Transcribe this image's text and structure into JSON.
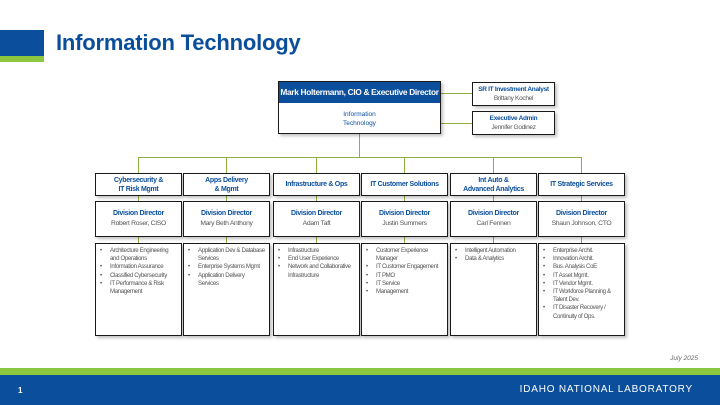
{
  "header": {
    "title": "Information Technology"
  },
  "cio": {
    "name_title": "Mark Holtermann, CIO & Executive Director",
    "org_line1": "Information",
    "org_line2": "Technology"
  },
  "staff": [
    {
      "role": "SR IT Investment Analyst",
      "name": "Brittany Kochel"
    },
    {
      "role": "Executive Admin",
      "name": "Jennifer Godinez"
    }
  ],
  "divisions": [
    {
      "title_line1": "Cybersecurity &",
      "title_line2": "IT Risk Mgmt",
      "director_label": "Division Director",
      "director_name": "Robert Roser, CISO",
      "items": [
        "Architecture Engineering and Operations",
        "Information Assurance",
        "Classified Cybersecurity",
        "IT Performance & Risk Management"
      ]
    },
    {
      "title_line1": "Apps Delivery",
      "title_line2": "& Mgmt",
      "director_label": "Division Director",
      "director_name": "Mary Beth Anthony",
      "items": [
        "Application Dev & Database Services",
        "Enterprise Systems Mgmt",
        "Application Delivery Services"
      ]
    },
    {
      "title_line1": "Infrastructure & Ops",
      "title_line2": "",
      "director_label": "Division Director",
      "director_name": "Adam Taft",
      "items": [
        "Infrastructure",
        "End User Experience",
        "Network and Collaborative Infrastructure"
      ]
    },
    {
      "title_line1": "IT Customer Solutions",
      "title_line2": "",
      "director_label": "Division Director",
      "director_name": "Justin Summers",
      "items": [
        "Customer Experience Manager",
        "IT Customer Engagement",
        "IT PMO",
        "IT Service",
        "Management"
      ]
    },
    {
      "title_line1": "Int Auto &",
      "title_line2": "Advanced Analytics",
      "director_label": "Division Director",
      "director_name": "Carl Fennen",
      "items": [
        "Intelligent Automation",
        "Data & Analytics"
      ]
    },
    {
      "title_line1": "IT Strategic Services",
      "title_line2": "",
      "director_label": "Division Director",
      "director_name": "Shaun Johnson, CTO",
      "items": [
        "Enterprise Archit.",
        "Innovation Archit.",
        "Bus. Analysis CoE",
        "IT Asset Mgmt.",
        "IT Vendor Mgmt.",
        "IT Workforce Planning & Talent Dev.",
        "IT Disaster Recovery / Continuity of Ops."
      ]
    }
  ],
  "footer": {
    "date": "July 2025",
    "page_number": "1",
    "brand": "IDAHO NATIONAL LABORATORY"
  },
  "colors": {
    "brand_blue": "#0b4f9c",
    "accent_green": "#8dc63f",
    "connector_green": "#8fb03e"
  }
}
